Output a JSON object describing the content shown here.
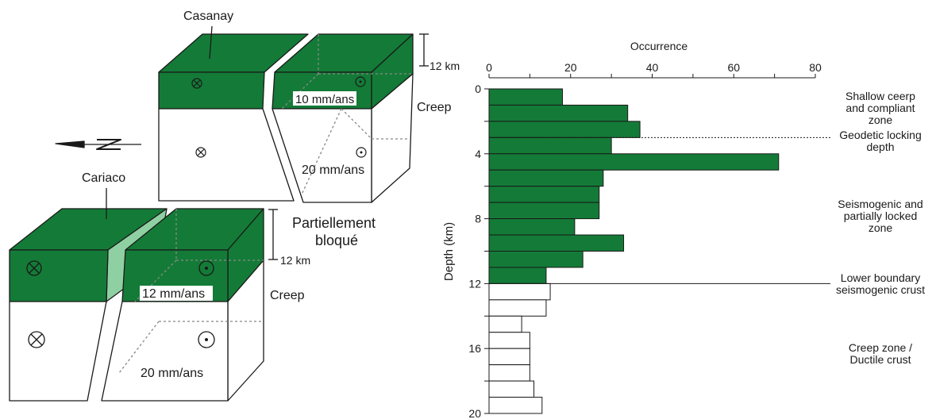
{
  "colors": {
    "green": "#137b37",
    "green_light": "#8fd0a3",
    "line": "#1a1a1a"
  },
  "block_diagram": {
    "casanay": {
      "name": "Casanay",
      "depth_marker": "12 km",
      "upper_rate": "10 mm/ans",
      "lower_rate": "20 mm/ans",
      "side_label": "Creep"
    },
    "cariaco": {
      "name": "Cariaco",
      "depth_marker": "12 km",
      "zone_label_line1": "Partiellement",
      "zone_label_line2": "bloqué",
      "upper_rate": "12 mm/ans",
      "lower_rate": "20 mm/ans",
      "side_label": "Creep"
    },
    "north_arrow": "N",
    "symbols": {
      "into_page": "into-page-symbol",
      "out_of_page": "out-of-page-symbol"
    }
  },
  "chart_data": {
    "type": "bar",
    "orientation": "horizontal",
    "xlabel": "Occurrence",
    "ylabel": "Depth (km)",
    "xlim": [
      0,
      80
    ],
    "ylim": [
      0,
      20
    ],
    "x_ticks": [
      0,
      20,
      40,
      60,
      80
    ],
    "y_ticks": [
      0,
      4,
      8,
      12,
      16,
      20
    ],
    "bin_size_km": 1,
    "depth_bins": [
      0,
      1,
      2,
      3,
      4,
      5,
      6,
      7,
      8,
      9,
      10,
      11,
      12,
      13,
      14,
      15,
      16,
      17,
      18,
      19
    ],
    "values": [
      18,
      34,
      37,
      30,
      71,
      28,
      27,
      27,
      21,
      33,
      23,
      14,
      15,
      14,
      8,
      10,
      10,
      10,
      11,
      13
    ],
    "filled_until_depth": 12,
    "reference_lines": [
      {
        "depth": 3,
        "style": "dashed",
        "label": "Geodetic locking depth"
      },
      {
        "depth": 12,
        "style": "solid",
        "label": "Lower boundary seismogenic crust"
      }
    ],
    "zone_labels": [
      {
        "lines": [
          "Shallow ceerp",
          "and compliant",
          "zone"
        ]
      },
      {
        "lines": [
          "Geodetic locking",
          "depth"
        ]
      },
      {
        "lines": [
          "Seismogenic and",
          "partially locked",
          "zone"
        ]
      },
      {
        "lines": [
          "Lower boundary",
          "seismogenic crust"
        ]
      },
      {
        "lines": [
          "Creep zone /",
          "Ductile crust"
        ]
      }
    ]
  }
}
